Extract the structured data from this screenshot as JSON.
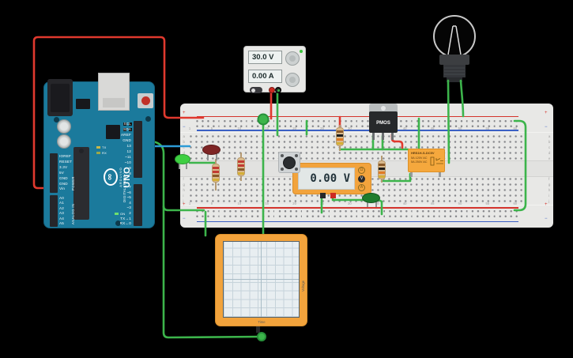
{
  "colors": {
    "wire_green": "#3cb44b",
    "wire_red": "#e0392e",
    "wire_blue": "#2d9bd6",
    "instrument_orange": "#f2a33c",
    "arduino_teal": "#1b7a9c",
    "breadboard_gray": "#e8e8e6",
    "rail_red": "#d4342c",
    "rail_blue": "#3b60c4",
    "led_red_off": "#7e2525",
    "led_green_bright": "#3ecf42",
    "led_green_dark": "#1e7c2e"
  },
  "power_supply": {
    "voltage": "30.0 V",
    "current": "0.00 A"
  },
  "multimeter": {
    "reading": "0.00 V",
    "mode_ohm": "Ω",
    "mode_volt": "V",
    "mode_amp": "A"
  },
  "relay": {
    "part_number": "HRS1H-S-DC5V",
    "rating_line1": "5A 120V AC",
    "rating_line2": "5A 250V AC"
  },
  "transistor": {
    "label": "PMOS"
  },
  "oscilloscope": {
    "x_axis_label": "Time",
    "y_axis_label": "Voltage"
  },
  "arduino": {
    "brand": "ARDUINO",
    "model": "UNO",
    "logo_symbol": "∞",
    "digital_label": "DIGITAL (PWM~)",
    "power_label": "POWER",
    "analog_label": "ANALOG IN",
    "tx_label": "TX",
    "rx_label": "RX",
    "on_label": "ON",
    "digital_pins_top": [
      "SCL",
      "SDA",
      "AREF",
      "GND",
      "13",
      "12",
      "~11",
      "~10",
      "~9",
      "8"
    ],
    "digital_pins_bottom": [
      "7",
      "~6",
      "~5",
      "4",
      "~3",
      "2",
      "TX→1",
      "RX←0"
    ],
    "power_pins": [
      "IOREF",
      "RESET",
      "3.3V",
      "5V",
      "GND",
      "GND",
      "Vin"
    ],
    "analog_pins": [
      "A0",
      "A1",
      "A2",
      "A3",
      "A4",
      "A5"
    ]
  },
  "breadboard": {
    "column_numbers": [
      1,
      5,
      10,
      15,
      20,
      25,
      30,
      35,
      40,
      45,
      50,
      55,
      60
    ],
    "row_letters_top": [
      "a",
      "b",
      "c",
      "d",
      "e"
    ],
    "row_letters_bottom": [
      "f",
      "g",
      "h",
      "i",
      "j"
    ],
    "plus": "+",
    "minus": "−"
  }
}
